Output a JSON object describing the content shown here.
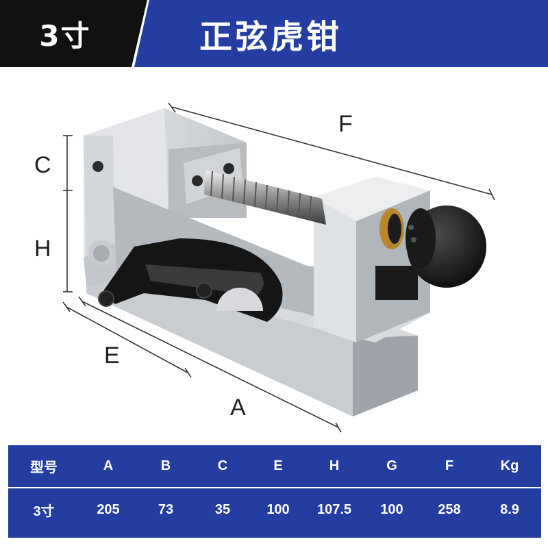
{
  "header": {
    "size_label": "3寸",
    "title": "正弦虎钳",
    "colors": {
      "dark": "#111111",
      "blue": "#233da0"
    }
  },
  "diagram": {
    "dimension_labels": {
      "F": "F",
      "C": "C",
      "H": "H",
      "E": "E",
      "A": "A"
    }
  },
  "spec_table": {
    "headers": [
      "型号",
      "A",
      "B",
      "C",
      "E",
      "H",
      "G",
      "F",
      "Kg"
    ],
    "row": [
      "3寸",
      "205",
      "73",
      "35",
      "100",
      "107.5",
      "100",
      "258",
      "8.9"
    ],
    "background": "#233da0"
  }
}
